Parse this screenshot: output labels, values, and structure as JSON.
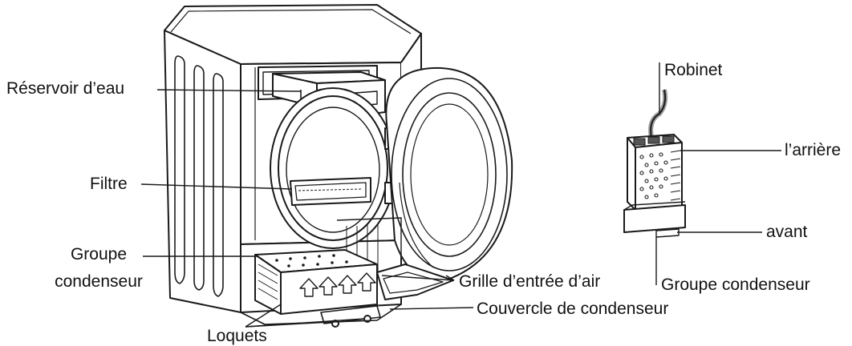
{
  "labels": {
    "reservoir": "Réservoir d’eau",
    "filtre": "Filtre",
    "groupe_left_1": "Groupe",
    "groupe_left_2": "condenseur",
    "loquets": "Loquets",
    "grille": "Grille d’entrée d’air",
    "couvercle": "Couvercle de condenseur",
    "robinet": "Robinet",
    "arriere": "l’arrière",
    "avant": "avant",
    "groupe_right": "Groupe condenseur"
  },
  "colors": {
    "line": "#1a1a1a",
    "fill": "#ffffff",
    "shade": "#cfcfcf"
  }
}
